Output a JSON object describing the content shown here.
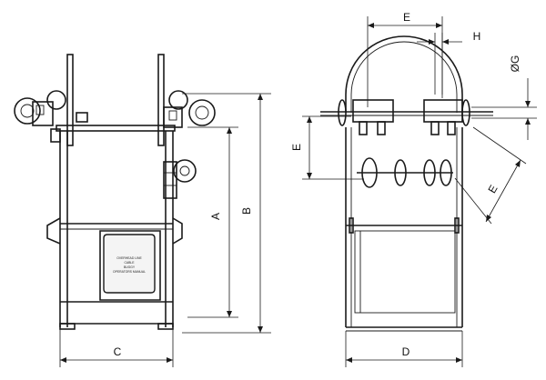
{
  "dimensions": {
    "A": "A",
    "B": "B",
    "C": "C",
    "D": "D",
    "E_top": "E",
    "E_left": "E",
    "E_diag": "E",
    "H": "H",
    "G": "ØG"
  },
  "plate_text": [
    "OVERHEAD LINE",
    "CABLE",
    "BUGGY",
    "OPERATORS MANUAL"
  ]
}
